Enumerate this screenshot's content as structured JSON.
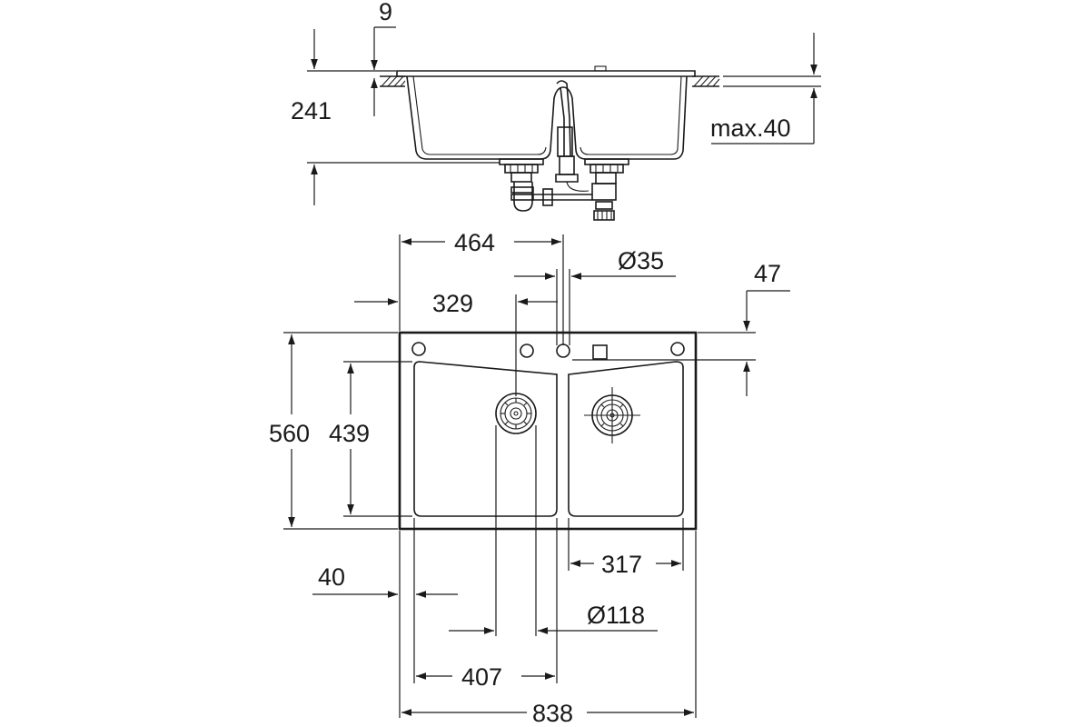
{
  "dimensions": {
    "rim_thickness": "9",
    "depth": "241",
    "max_countertop": "max.40",
    "tap_hole_offset": "464",
    "tap_hole_diameter": "Ø35",
    "tap_hole_edge": "47",
    "drain_offset": "329",
    "overall_depth": "560",
    "bowl_depth": "439",
    "right_bowl_width": "317",
    "edge_offset": "40",
    "drain_diameter": "Ø118",
    "left_bowl_width": "407",
    "overall_width": "838"
  },
  "colors": {
    "line": "#1a1a1a",
    "background": "#ffffff"
  }
}
